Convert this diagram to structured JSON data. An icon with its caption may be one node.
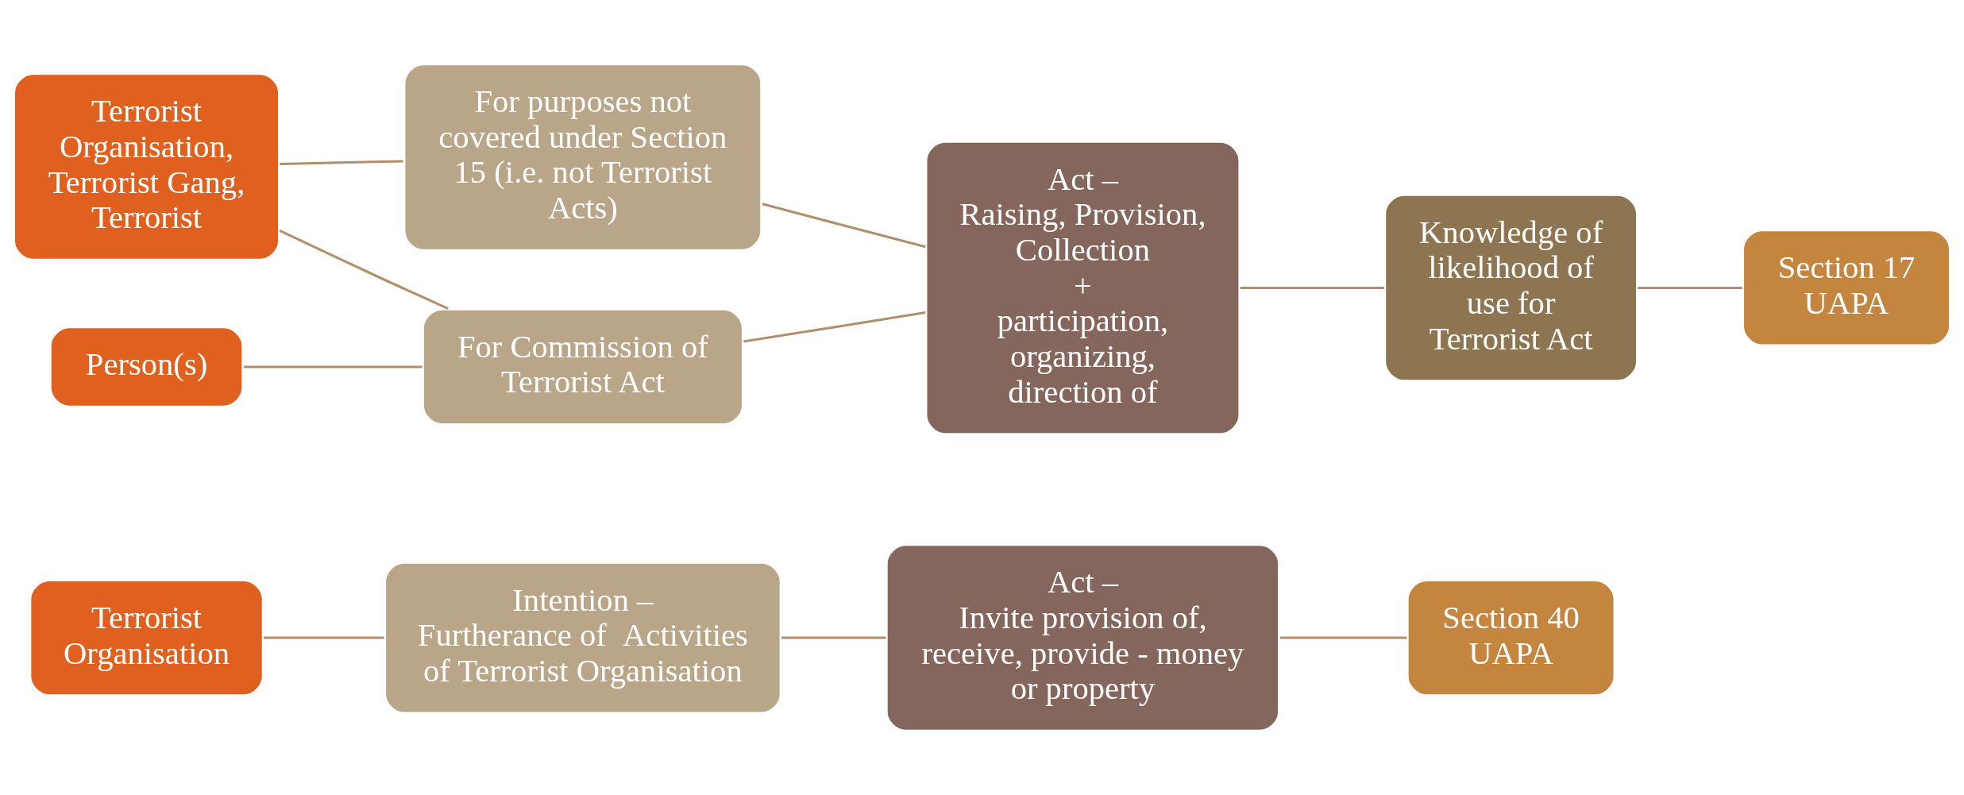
{
  "diagram": {
    "nodes": [
      {
        "text": [
          "Terrorist Organisation"
        ]
      },
      {
        "text": [
          "Intention –",
          "Furtherance of  Activities of Terrorist Organisation"
        ]
      },
      {
        "text": [
          "Act –",
          "Invite provision of, receive, provide - money or property"
        ]
      },
      {
        "text": [
          "Section 40 UAPA"
        ]
      },
      {
        "text": [
          "Terrorist Organisation, Terrorist Gang, Terrorist"
        ]
      },
      {
        "text": [
          "For purposes not covered under Section 15 (i.e. not Terrorist Acts)"
        ]
      },
      {
        "text": [
          "Person(s)"
        ]
      },
      {
        "text": [
          "For Commission of  Terrorist Act"
        ]
      },
      {
        "text": [
          "Act –",
          "Raising, Provision, Collection",
          "+",
          "participation, organizing, direction of"
        ]
      },
      {
        "text": [
          "Knowledge of likelihood of use for Terrorist Act"
        ]
      },
      {
        "text": [
          "Section 17 UAPA"
        ]
      }
    ],
    "edges": [
      {
        "from": 0,
        "to": 1,
        "arrow": "none"
      },
      {
        "from": 1,
        "to": 2,
        "arrow": "none"
      },
      {
        "from": 2,
        "to": 3,
        "arrow": "none"
      },
      {
        "from": 4,
        "to": 5,
        "arrow": "none"
      },
      {
        "from": 4,
        "to": 7,
        "arrow": "none"
      },
      {
        "from": 6,
        "to": 7,
        "arrow": "none"
      },
      {
        "from": 5,
        "to": 8,
        "arrow": "none"
      },
      {
        "from": 7,
        "to": 8,
        "arrow": "none"
      },
      {
        "from": 8,
        "to": 9,
        "arrow": "none"
      },
      {
        "from": 9,
        "to": 10,
        "arrow": "none"
      }
    ]
  }
}
